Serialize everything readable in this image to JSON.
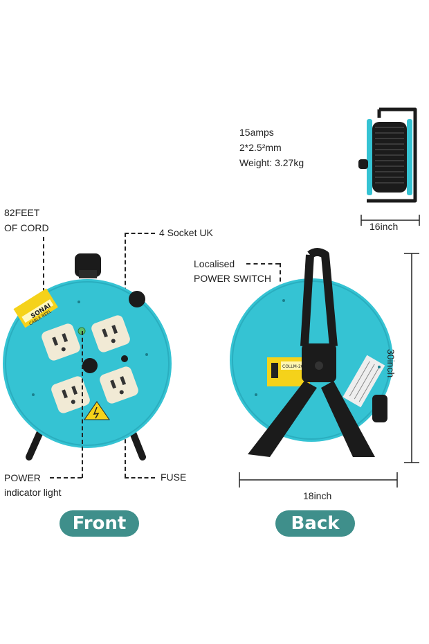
{
  "specs": {
    "current": "15amps",
    "cable": "2*2.5²mm",
    "weight": "Weight: 3.27kg"
  },
  "dimensions": {
    "side_width": "16inch",
    "height": "30inch",
    "width": "18inch"
  },
  "front_labels": {
    "cord_line1": "82FEET",
    "cord_line2": "OF CORD",
    "sockets": "4 Socket UK",
    "power_line1": "POWER",
    "power_line2": "indicator light",
    "fuse": "FUSE"
  },
  "back_labels": {
    "switch_line1": "Localised",
    "switch_line2": "POWER SWITCH"
  },
  "product_labels": {
    "brand": "SONAI",
    "sticker": "CABLE REEL",
    "spec_sticker": "COLLM-20"
  },
  "views": {
    "front": "Front",
    "back": "Back"
  },
  "colors": {
    "reel_body": "#35c3d3",
    "reel_dark": "#1e9fb0",
    "frame": "#1b1b1b",
    "socket": "#f1ead5",
    "sticker_yellow": "#f5d21a",
    "pill": "#3f8f8b"
  }
}
